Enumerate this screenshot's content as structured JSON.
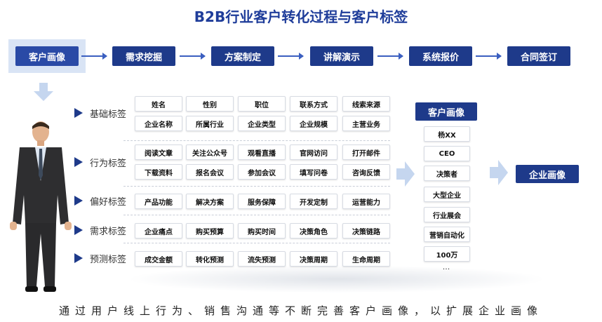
{
  "title": "B2B行业客户转化过程与客户标签",
  "flow": [
    "客户画像",
    "需求挖掘",
    "方案制定",
    "讲解演示",
    "系统报价",
    "合同签订"
  ],
  "categories": [
    {
      "label": "基础标签",
      "rows": [
        [
          "姓名",
          "性别",
          "职位",
          "联系方式",
          "线索来源"
        ],
        [
          "企业名称",
          "所属行业",
          "企业类型",
          "企业规模",
          "主营业务"
        ]
      ]
    },
    {
      "label": "行为标签",
      "rows": [
        [
          "阅读文章",
          "关注公众号",
          "观看直播",
          "官网访问",
          "打开邮件"
        ],
        [
          "下载资料",
          "报名会议",
          "参加会议",
          "填写问卷",
          "咨询反馈"
        ]
      ]
    },
    {
      "label": "偏好标签",
      "rows": [
        [
          "产品功能",
          "解决方案",
          "服务保障",
          "开发定制",
          "运营能力"
        ]
      ]
    },
    {
      "label": "需求标签",
      "rows": [
        [
          "企业痛点",
          "购买预算",
          "购买时间",
          "决策角色",
          "决策链路"
        ]
      ]
    },
    {
      "label": "预测标签",
      "rows": [
        [
          "成交金额",
          "转化预测",
          "流失预测",
          "决策周期",
          "生命周期"
        ]
      ]
    }
  ],
  "portrait": {
    "title": "客户画像",
    "items": [
      "杨XX",
      "CEO",
      "决策者",
      "大型企业",
      "行业展会",
      "营销自动化",
      "100万"
    ],
    "more": "..."
  },
  "enterprise": "企业画像",
  "bottom_text": "通过用户线上行为、销售沟通等不断完善客户画像，以扩展企业画像",
  "colors": {
    "primary": "#1e3a8a",
    "arrow": "#3b5fc0"
  }
}
